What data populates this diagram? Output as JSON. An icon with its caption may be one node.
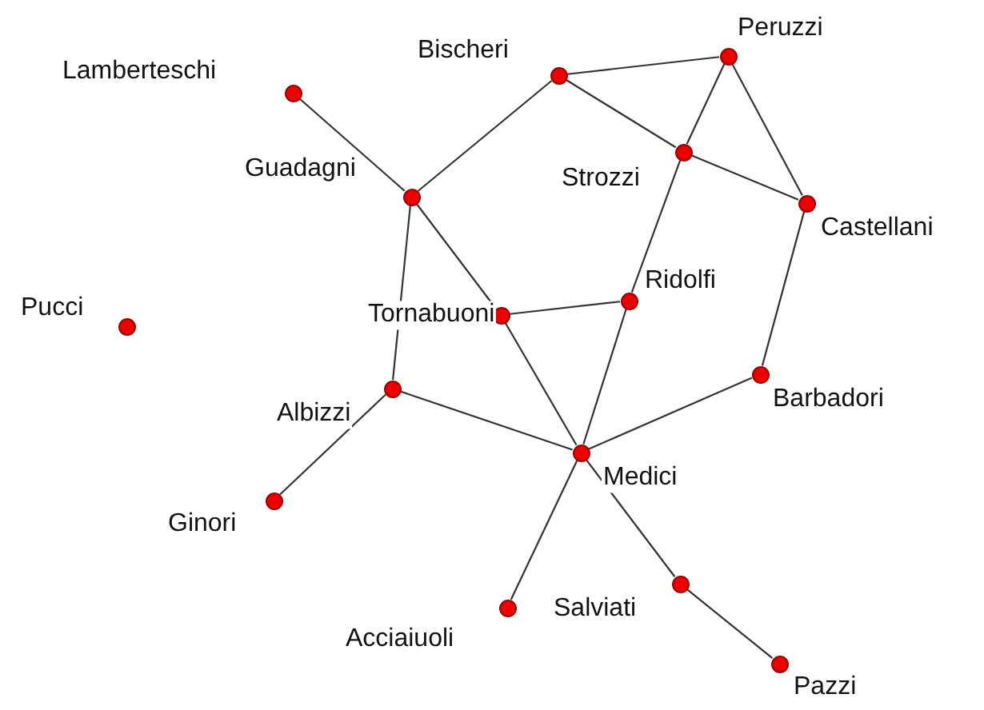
{
  "diagram": {
    "nodes": [
      {
        "text": [],
        "shape": "circle",
        "beside": [
          "Peruzzi"
        ]
      },
      {
        "text": [],
        "shape": "circle",
        "beside": [
          "Bischeri"
        ]
      },
      {
        "text": [],
        "shape": "circle",
        "beside": [
          "Lamberteschi"
        ]
      },
      {
        "text": [],
        "shape": "circle",
        "beside": [
          "Strozzi"
        ]
      },
      {
        "text": [],
        "shape": "circle",
        "beside": [
          "Guadagni"
        ]
      },
      {
        "text": [],
        "shape": "circle",
        "beside": [
          "Castellani"
        ]
      },
      {
        "text": [],
        "shape": "circle",
        "beside": [
          "Ridolfi"
        ]
      },
      {
        "text": [],
        "shape": "circle",
        "beside": [
          "Tornabuoni"
        ]
      },
      {
        "text": [],
        "shape": "circle",
        "beside": [
          "Pucci"
        ]
      },
      {
        "text": [],
        "shape": "circle",
        "beside": [
          "Barbadori"
        ]
      },
      {
        "text": [],
        "shape": "circle",
        "beside": [
          "Albizzi"
        ]
      },
      {
        "text": [],
        "shape": "circle",
        "beside": [
          "Medici"
        ]
      },
      {
        "text": [],
        "shape": "circle",
        "beside": [
          "Ginori"
        ]
      },
      {
        "text": [],
        "shape": "circle",
        "beside": [
          "Salviati"
        ]
      },
      {
        "text": [],
        "shape": "circle",
        "beside": [
          "Acciaiuoli"
        ]
      },
      {
        "text": [],
        "shape": "circle",
        "beside": [
          "Pazzi"
        ]
      }
    ],
    "edges": [
      {
        "from": 14,
        "to": 11,
        "arrow": "none"
      },
      {
        "from": 10,
        "to": 12,
        "arrow": "none"
      },
      {
        "from": 10,
        "to": 4,
        "arrow": "none"
      },
      {
        "from": 10,
        "to": 11,
        "arrow": "none"
      },
      {
        "from": 9,
        "to": 5,
        "arrow": "none"
      },
      {
        "from": 9,
        "to": 11,
        "arrow": "none"
      },
      {
        "from": 1,
        "to": 4,
        "arrow": "none"
      },
      {
        "from": 1,
        "to": 0,
        "arrow": "none"
      },
      {
        "from": 1,
        "to": 3,
        "arrow": "none"
      },
      {
        "from": 5,
        "to": 0,
        "arrow": "none"
      },
      {
        "from": 5,
        "to": 3,
        "arrow": "none"
      },
      {
        "from": 4,
        "to": 2,
        "arrow": "none"
      },
      {
        "from": 4,
        "to": 7,
        "arrow": "none"
      },
      {
        "from": 11,
        "to": 6,
        "arrow": "none"
      },
      {
        "from": 11,
        "to": 13,
        "arrow": "none"
      },
      {
        "from": 11,
        "to": 7,
        "arrow": "none"
      },
      {
        "from": 15,
        "to": 13,
        "arrow": "none"
      },
      {
        "from": 0,
        "to": 3,
        "arrow": "none"
      },
      {
        "from": 6,
        "to": 3,
        "arrow": "none"
      },
      {
        "from": 6,
        "to": 7,
        "arrow": "none"
      }
    ]
  }
}
